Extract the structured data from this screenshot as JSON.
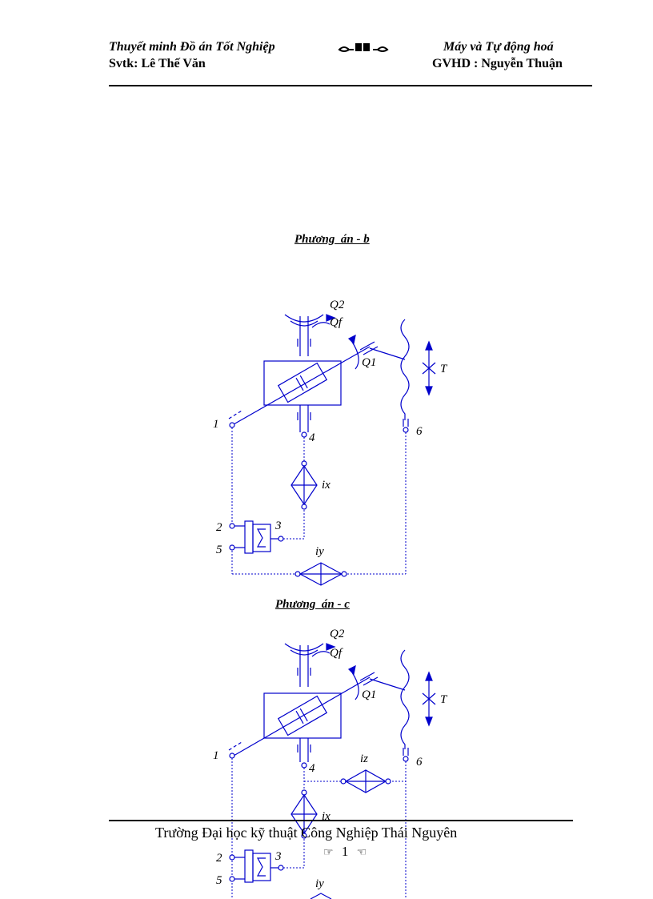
{
  "header": {
    "title": "Thuyết minh Đồ án Tốt Nghiệp",
    "ornament": "",
    "subject": "Máy và Tự động hoá",
    "student": "Svtk: Lê Thế Văn",
    "advisor": "GVHD : Nguyễn Thuận"
  },
  "diagrams": [
    {
      "caption": "Phương  án - b",
      "labels": {
        "q2": "Q2",
        "qf": "Qf",
        "q1": "Q1",
        "t": "T",
        "n1": "1",
        "n2": "2",
        "n3": "3",
        "n4": "4",
        "n5": "5",
        "n6": "6",
        "ix": "ix",
        "iy": "iy"
      }
    },
    {
      "caption": "Phương  án - c",
      "labels": {
        "q2": "Q2",
        "qf": "Qf",
        "q1": "Q1",
        "t": "T",
        "n1": "1",
        "n2": "2",
        "n3": "3",
        "n4": "4",
        "n5": "5",
        "n6": "6",
        "iz": "iz",
        "ix": "ix",
        "iy": "iy"
      }
    }
  ],
  "footer": {
    "school": "Trường Đại học kỹ thuật Công Nghiệp Thái Nguyên",
    "page_number": "1"
  },
  "colors": {
    "diagram_line": "#0000cc",
    "text": "#000000"
  }
}
